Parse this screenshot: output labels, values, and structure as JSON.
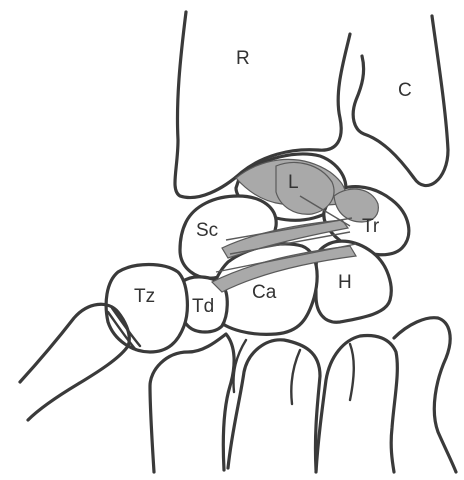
{
  "labels": {
    "radius": "R",
    "ulna": "C",
    "lunate": "L",
    "scaphoid": "Sc",
    "triquetrum": "Tr",
    "trapezium": "Tz",
    "trapezoid": "Td",
    "capitate": "Ca",
    "hamate": "H"
  },
  "colors": {
    "outline": "#3a3a3a",
    "ligament_shading": "#a9a9a9",
    "background": "#ffffff"
  }
}
